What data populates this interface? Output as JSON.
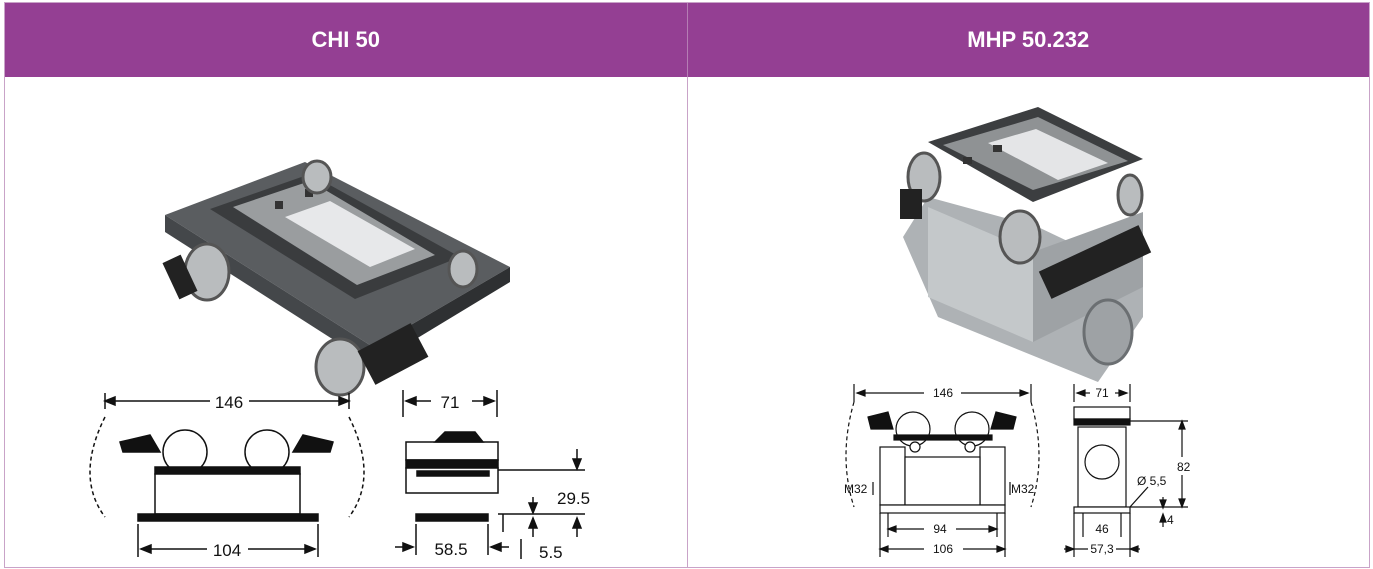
{
  "header": {
    "left_title": "CHI 50",
    "right_title": "MHP 50.232"
  },
  "left": {
    "dims": {
      "width_top": "146",
      "width_bottom": "104",
      "side_top": "71",
      "side_height": "29.5",
      "side_bottom": "58.5",
      "flange": "5.5"
    }
  },
  "right": {
    "dims": {
      "width_top": "146",
      "thread_left": "M32",
      "thread_right": "M32",
      "inner_width": "94",
      "base_width": "106",
      "side_top": "71",
      "hole": "Ø 5,5",
      "height": "82",
      "base_inner": "46",
      "base_outer": "57,3",
      "flange": "4"
    }
  },
  "colors": {
    "header_bg": "#943f93",
    "border": "#c9a3c8"
  }
}
